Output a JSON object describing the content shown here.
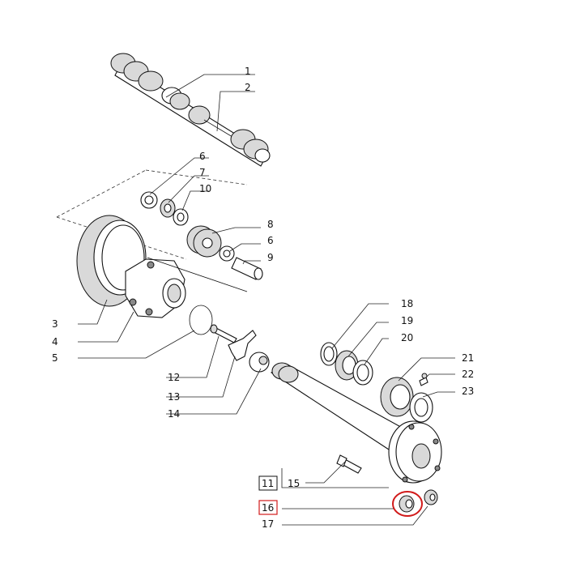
{
  "labels": {
    "p1": "1",
    "p2": "2",
    "p3": "3",
    "p4": "4",
    "p5": "5",
    "p6a": "6",
    "p6b": "6",
    "p7": "7",
    "p8": "8",
    "p9": "9",
    "p10": "10",
    "p11": "11",
    "p12": "12",
    "p13": "13",
    "p14": "14",
    "p15": "15",
    "p16": "16",
    "p17": "17",
    "p18": "18",
    "p19": "19",
    "p20": "20",
    "p21": "21",
    "p22": "22",
    "p23": "23"
  },
  "colors": {
    "highlight": "#d11a1a",
    "ink": "#111111"
  }
}
